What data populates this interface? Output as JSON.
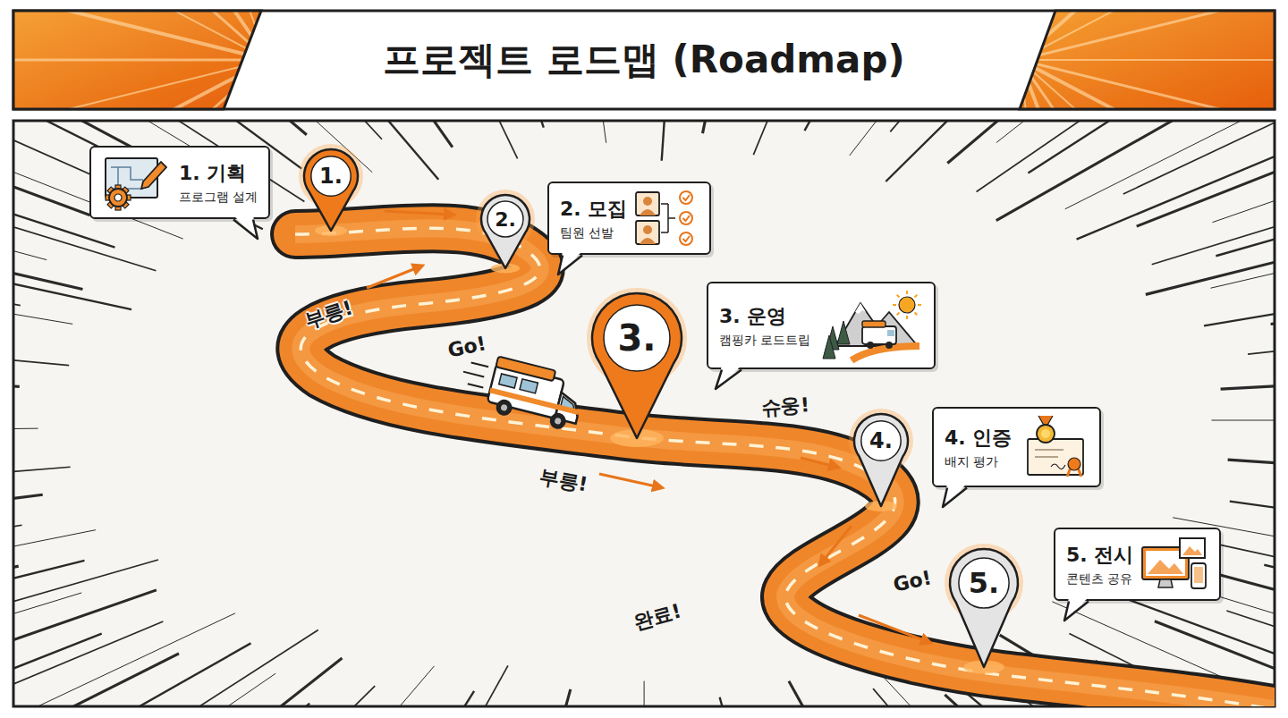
{
  "diagram": {
    "title": "프로젝트 로드맵 (Roadmap)",
    "nodes": [
      {
        "text": [
          "1. 기획",
          "프로그램 설계"
        ]
      },
      {
        "text": [
          "2. 모집",
          "팀원 선발"
        ]
      },
      {
        "text": [
          "3. 운영",
          "캠핑카 로드트립"
        ]
      },
      {
        "text": [
          "4. 인증",
          "배지 평가"
        ]
      },
      {
        "text": [
          "5. 전시",
          "콘텐츠 공유"
        ]
      }
    ],
    "labels": [
      "1.",
      "2.",
      "3.",
      "4.",
      "5.",
      "부릉!",
      "Go!",
      "슈웅!",
      "부릉!",
      "완료!",
      "Go!"
    ]
  }
}
